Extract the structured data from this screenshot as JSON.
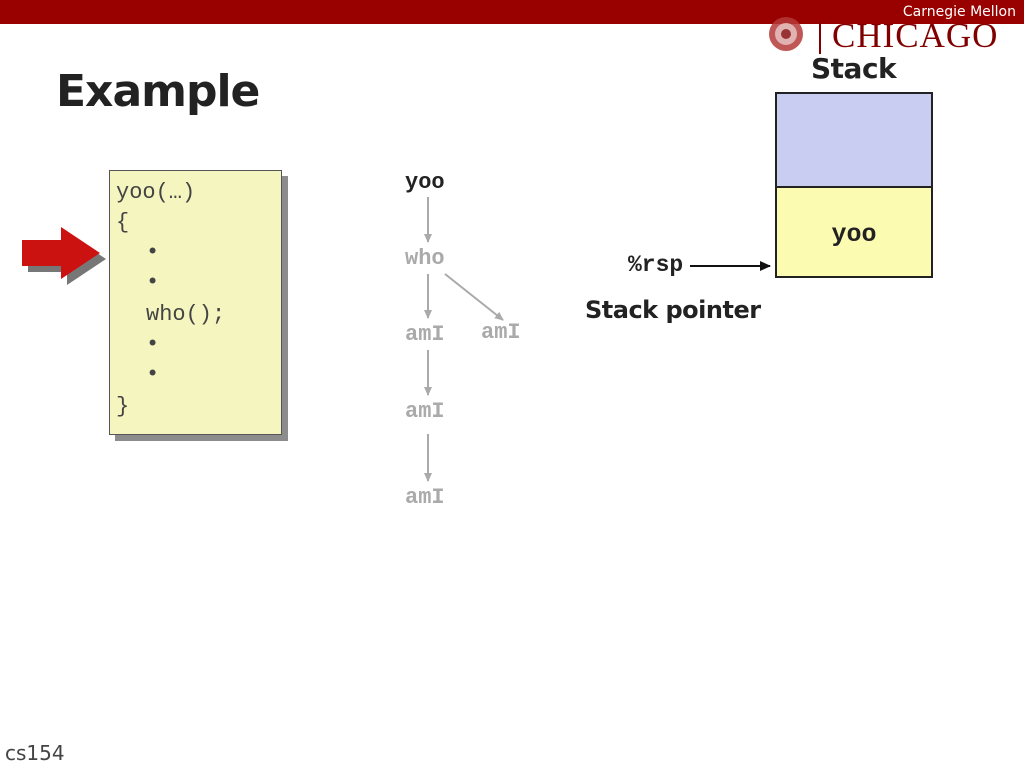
{
  "header": {
    "institution": "Carnegie Mellon",
    "logo_text": "CHICAGO",
    "bar_color": "#990000"
  },
  "slide": {
    "title": "Example",
    "footer": "cs154"
  },
  "code": {
    "lines": [
      "yoo(…)",
      "{",
      "•",
      "•",
      "who();",
      "•",
      "•",
      "}"
    ],
    "current_line_marker": "red-arrow-icon"
  },
  "call_tree": {
    "nodes": [
      {
        "label": "yoo",
        "active": true
      },
      {
        "label": "who",
        "active": false
      },
      {
        "label": "amI",
        "active": false
      },
      {
        "label": "amI",
        "active": false
      },
      {
        "label": "amI",
        "active": false
      },
      {
        "label": "amI",
        "active": false
      }
    ]
  },
  "stack": {
    "label": "Stack",
    "frames": [
      {
        "label": "",
        "color": "#c9cdf1"
      },
      {
        "label": "yoo",
        "color": "#fbfbb2"
      }
    ],
    "register": "%rsp",
    "pointer_label": "Stack pointer"
  }
}
